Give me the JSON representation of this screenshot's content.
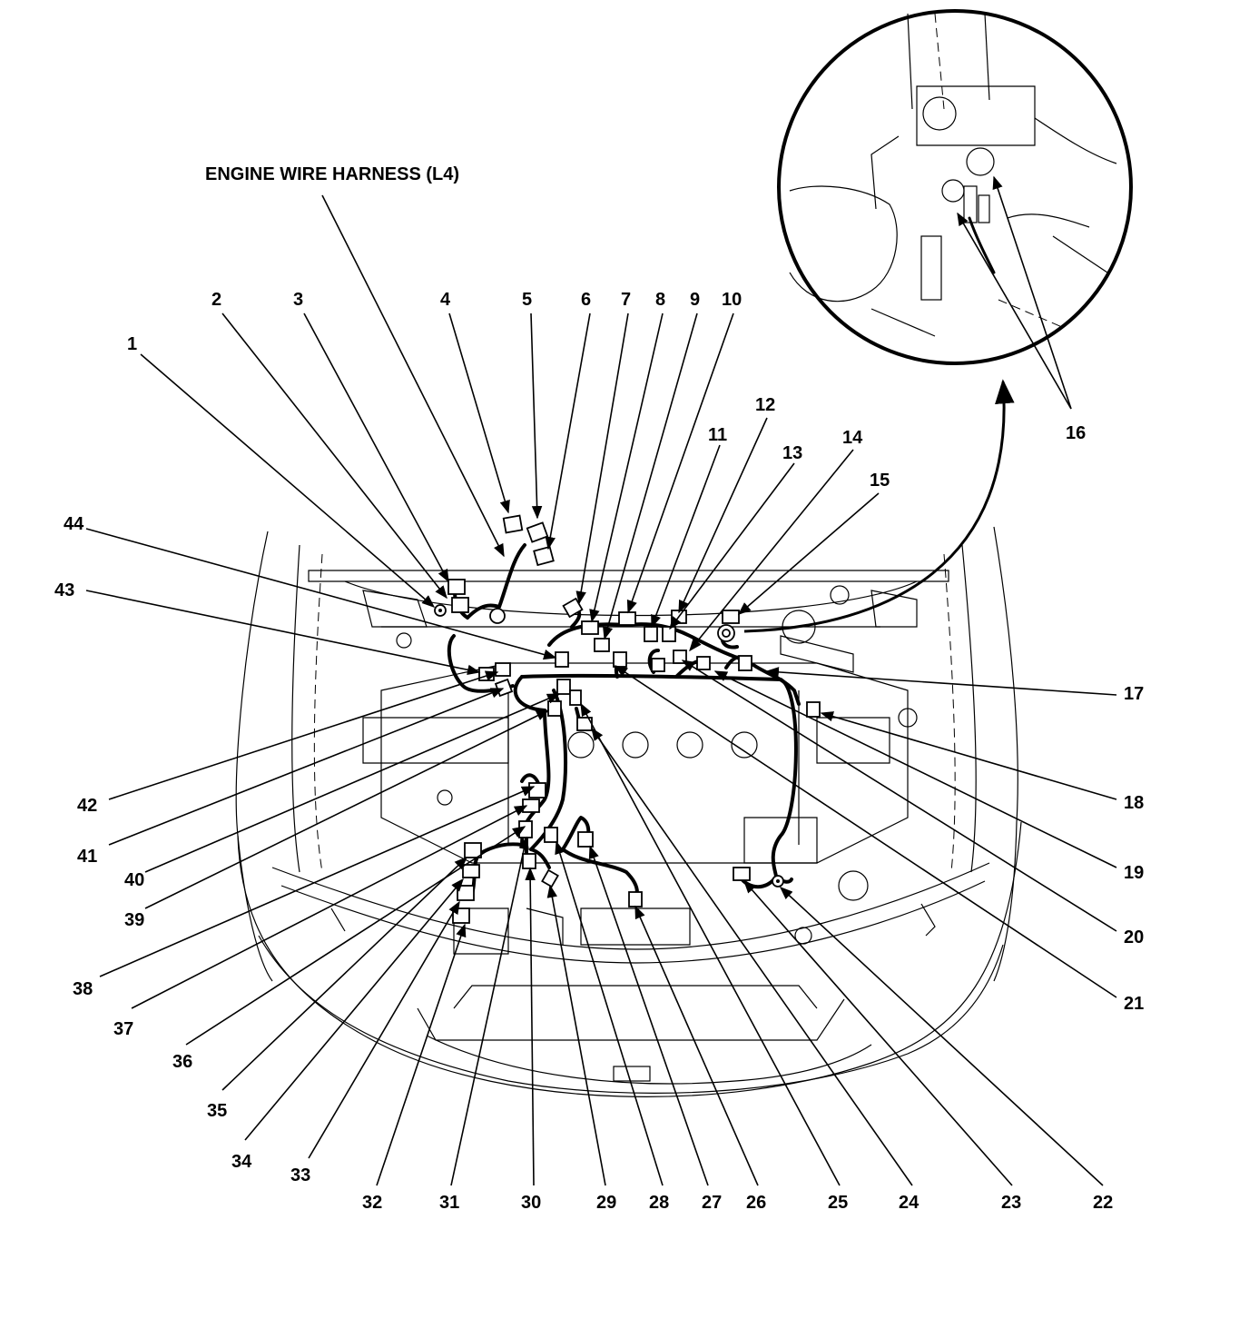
{
  "title": "ENGINE WIRE HARNESS (L4)",
  "callouts": [
    "1",
    "2",
    "3",
    "4",
    "5",
    "6",
    "7",
    "8",
    "9",
    "10",
    "11",
    "12",
    "13",
    "14",
    "15",
    "16",
    "17",
    "18",
    "19",
    "20",
    "21",
    "22",
    "23",
    "24",
    "25",
    "26",
    "27",
    "28",
    "29",
    "30",
    "31",
    "32",
    "33",
    "34",
    "35",
    "36",
    "37",
    "38",
    "39",
    "40",
    "41",
    "42",
    "43",
    "44"
  ],
  "icons": [
    "car-engine-bay-outline",
    "wire-harness",
    "connector",
    "detail-inset-circle"
  ]
}
